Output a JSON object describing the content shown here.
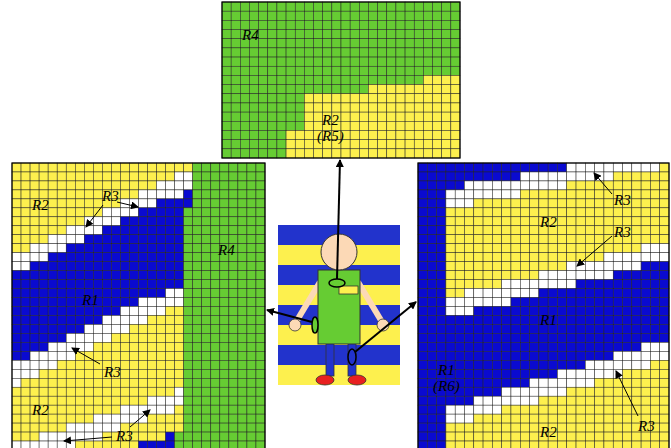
{
  "diagram": {
    "labels": [
      "R4",
      "R2 (R5)",
      "R2",
      "R3",
      "R4",
      "R1",
      "R3",
      "R2",
      "R3",
      "R3",
      "R2",
      "R3",
      "R1",
      "R1 (R6)",
      "R2",
      "R3"
    ]
  }
}
